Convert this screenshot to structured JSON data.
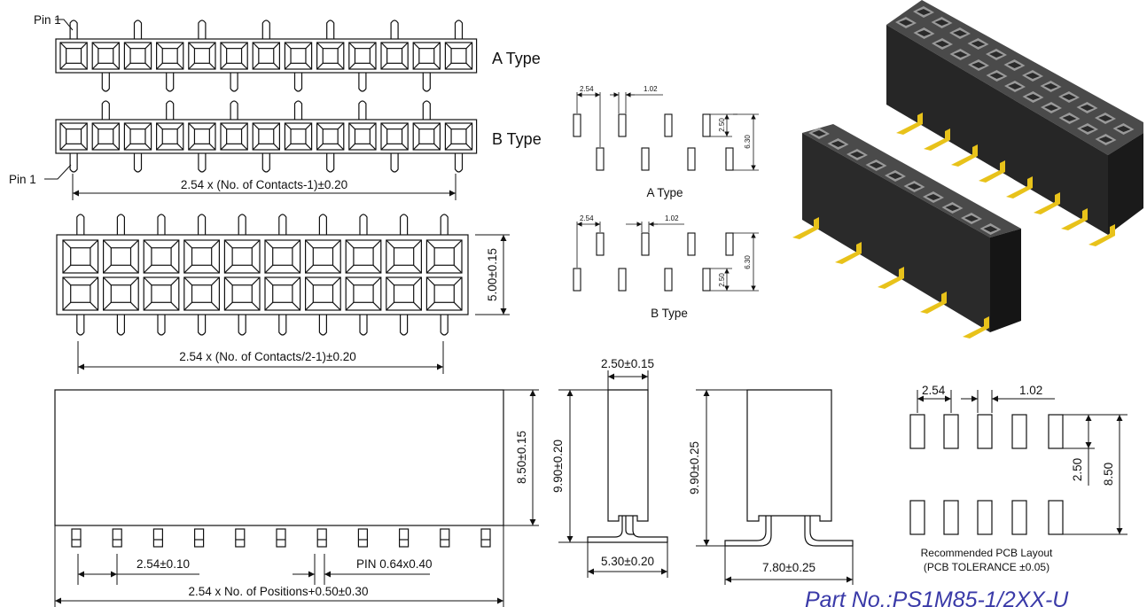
{
  "title": "Part No.:PS1M85-1/2XX-U",
  "single_row": {
    "pin1_top": "Pin 1",
    "pin1_bottom": "Pin 1",
    "a_type": "A Type",
    "b_type": "B Type",
    "pitch_formula": "2.54 x (No. of Contacts-1)±0.20"
  },
  "dual_row": {
    "pitch_formula": "2.54 x (No. of Contacts/2-1)±0.20",
    "height": "5.00±0.15"
  },
  "side_view": {
    "body_height": "8.50±0.15",
    "pitch": "2.54±0.10",
    "pin_size": "PIN 0.64x0.40",
    "length_formula": "2.54 x No. of Positions+0.50±0.30"
  },
  "end_view_single": {
    "width": "2.50±0.15",
    "height": "9.90±0.20",
    "foot": "5.30±0.20"
  },
  "end_view_dual": {
    "height": "9.90±0.25",
    "foot": "7.80±0.25"
  },
  "small_layouts": {
    "pitch": "2.54",
    "pad": "1.02",
    "offset": "2.50",
    "span": "6.30",
    "a_type": "A Type",
    "b_type": "B Type"
  },
  "pcb_layout": {
    "pitch": "2.54",
    "pad": "1.02",
    "offset": "2.50",
    "span": "8.50",
    "caption": "Recommended PCB Layout",
    "tolerance": "(PCB TOLERANCE ±0.05)"
  },
  "colors": {
    "housing": "#2b2b2b",
    "housing_top": "#444444",
    "contact": "#e8c21a",
    "part_number": "#3a3aa8"
  }
}
